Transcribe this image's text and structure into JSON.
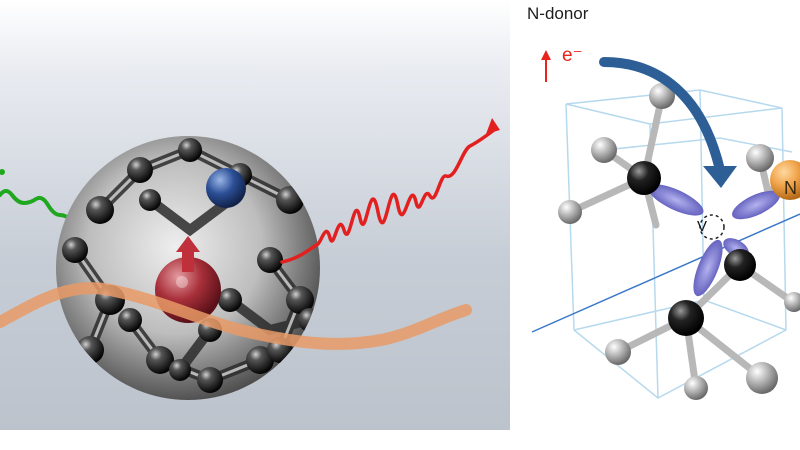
{
  "labels": {
    "title": "N-donor",
    "electron": "e⁻",
    "n_atom": "N",
    "vacancy": "V"
  },
  "colors": {
    "electron_red": "#e8241c",
    "excitation_green": "#1fa81f",
    "emission_red": "#e32020",
    "nitrogen_blue": "#2c4f96",
    "vacancy_spin_red": "#a8303a",
    "field_orange": "#e89a66",
    "transfer_arrow_blue": "#2d5f96",
    "lattice_line": "#b6d9ee",
    "orbital_lobe": "#8a88d6",
    "nitrogen_orange": "#f0a34a"
  },
  "icons": [
    "electron-up-arrow-icon",
    "transfer-arrow-icon",
    "emission-arrow-icon",
    "excitation-arrow-icon"
  ]
}
